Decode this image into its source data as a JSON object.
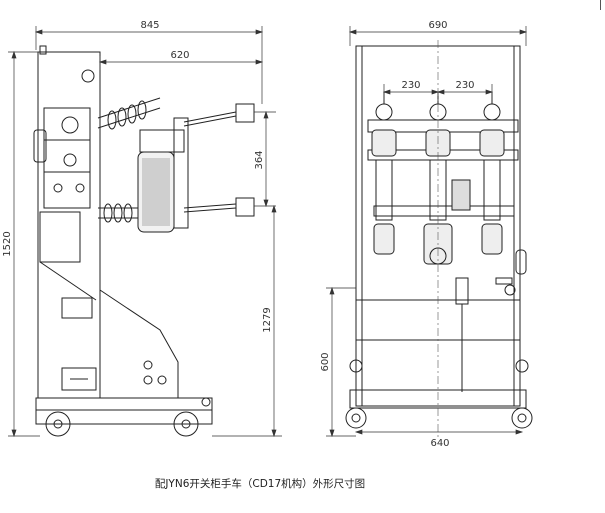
{
  "dimensions": {
    "side_overall_width": "845",
    "side_partial_width": "620",
    "side_total_height": "1520",
    "side_terminal_height": "1279",
    "terminal_spacing": "364",
    "front_overall_width": "690",
    "phase_spacing_left": "230",
    "phase_spacing_right": "230",
    "front_lower_height": "600",
    "front_wheel_span": "640"
  },
  "caption": "配JYN6开关柜手车（CD17机构）外形尺寸图"
}
